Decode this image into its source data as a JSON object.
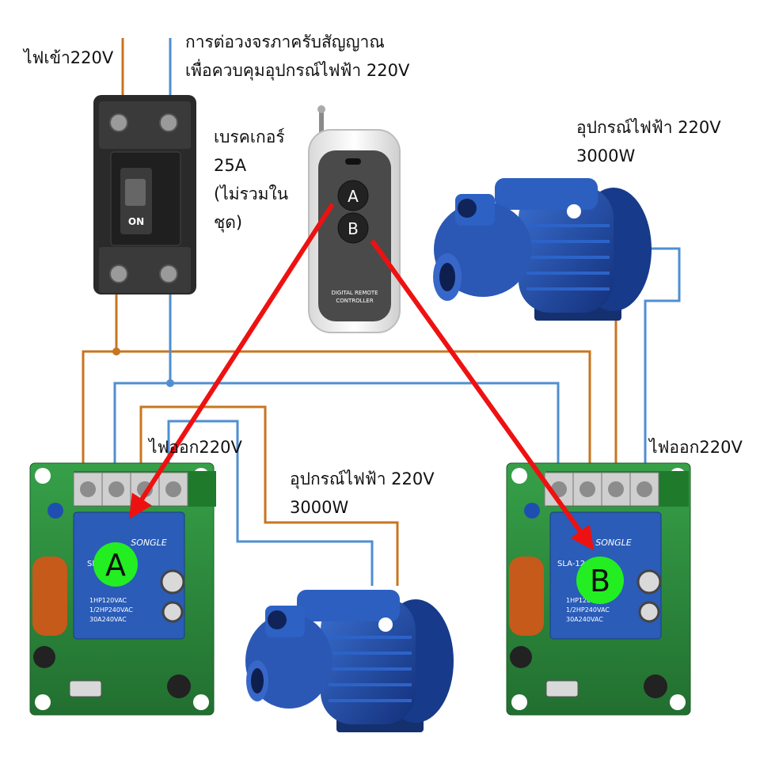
{
  "labels": {
    "power_in": "ไฟเข้า220V",
    "signal_title_line1": "การต่อวงจรภาครับสัญญาณ",
    "signal_title_line2": "เพื่อควบคุมอุปกรณ์ไฟฟ้า 220V",
    "breaker_line1": "เบรคเกอร์",
    "breaker_line2": "25A",
    "breaker_line3": "(ไม่รวมใน",
    "breaker_line4": "ชุด)",
    "device_top_line1": "อุปกรณ์ไฟฟ้า 220V",
    "device_top_line2": "3000W",
    "power_out_left": "ไฟออก220V",
    "power_out_right": "ไฟออก220V",
    "device_bottom_line1": "อุปกรณ์ไฟฟ้า 220V",
    "device_bottom_line2": "3000W"
  },
  "breaker": {
    "switch_label": "ON"
  },
  "remote": {
    "button_a": "A",
    "button_b": "B",
    "brand_line1": "DIGITAL REMOTE",
    "brand_line2": "CONTROLLER"
  },
  "receivers": {
    "left_badge": "A",
    "right_badge": "B",
    "relay_brand": "SONGLE",
    "relay_model_left": "SLA-",
    "relay_model_right": "SLA-12",
    "relay_spec1": "1HP120VAC",
    "relay_spec2": "1/2HP240VAC",
    "relay_spec3": "30A240VAC"
  },
  "colors": {
    "live_wire": "#c87520",
    "neutral_wire": "#4f8fd0",
    "signal_arrow": "#ee1111",
    "badge_green": "#22ee22",
    "pcb_green": "#2e8b3e",
    "pump_blue": "#1f4fa8",
    "relay_blue": "#2a5cb8"
  },
  "icons": [
    "breaker-icon",
    "remote-icon",
    "pump-icon",
    "receiver-board-icon",
    "relay-icon",
    "capacitor-icon"
  ]
}
